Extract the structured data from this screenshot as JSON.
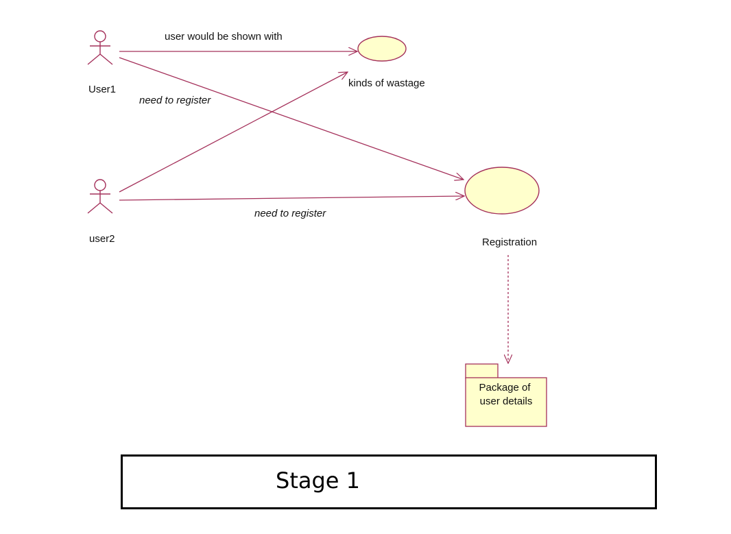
{
  "actors": [
    {
      "id": "user1",
      "label": "User1"
    },
    {
      "id": "user2",
      "label": "user2"
    }
  ],
  "use_cases": [
    {
      "id": "kinds",
      "label": "kinds of wastage"
    },
    {
      "id": "registration",
      "label": "Registration"
    }
  ],
  "associations": [
    {
      "id": "a1",
      "from": "User1",
      "to": "kinds of wastage",
      "label": "user would be shown with"
    },
    {
      "id": "a2",
      "from": "User1",
      "to": "Registration",
      "label": "need to register"
    },
    {
      "id": "a3",
      "from": "user2",
      "to": "kinds of wastage",
      "label": ""
    },
    {
      "id": "a4",
      "from": "user2",
      "to": "Registration",
      "label": "need to register"
    },
    {
      "id": "d1",
      "from": "Registration",
      "to": "Package of user details",
      "label": "",
      "style": "dashed"
    }
  ],
  "package": {
    "line1": "Package of",
    "line2": "user details"
  },
  "caption": "Stage 1",
  "colors": {
    "line": "#a4305a",
    "fill": "#ffffcc",
    "outline": "#a4305a"
  }
}
